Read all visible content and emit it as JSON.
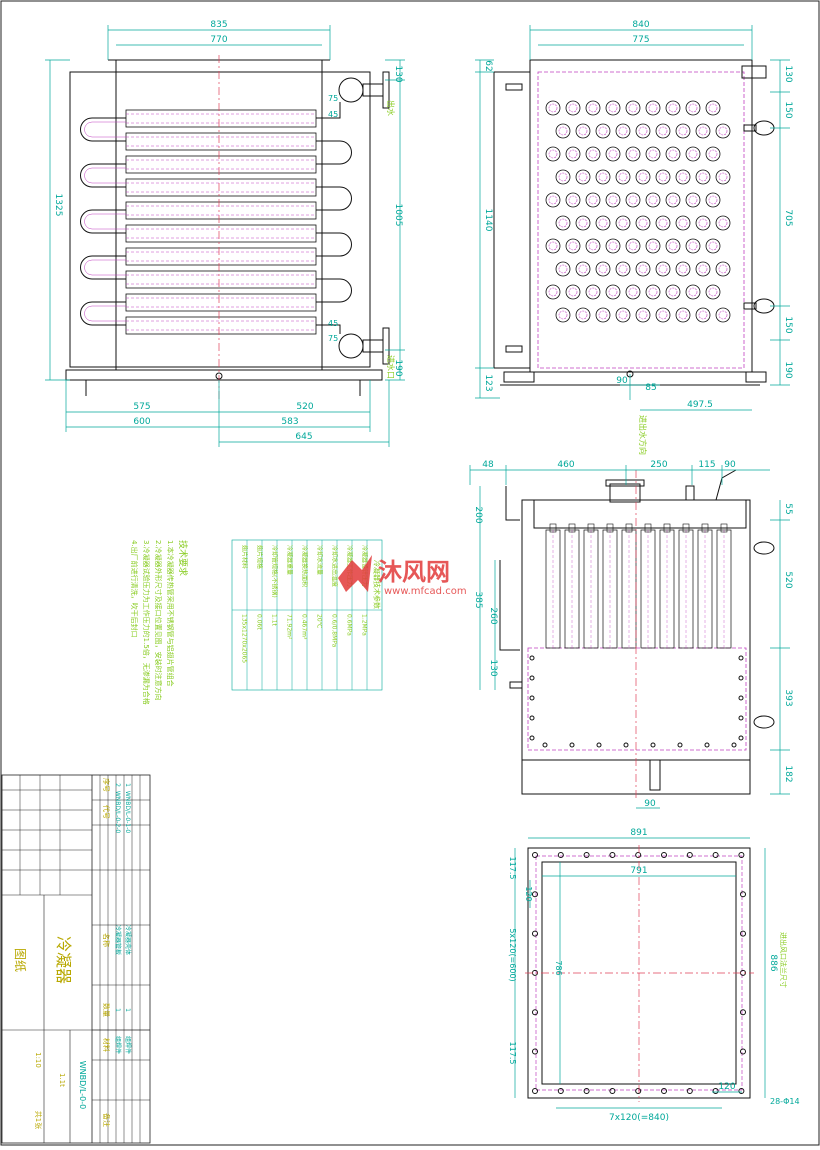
{
  "colors": {
    "outline": "#111111",
    "dimension": "#00a89a",
    "center": "#e0405a",
    "hidden": "#c040c0",
    "note": "#88cc20",
    "yellow": "#b8a800",
    "watermark": "#e23a3a"
  },
  "front_view": {
    "dims_top": [
      "835",
      "770"
    ],
    "dims_right": [
      "130",
      "1005",
      "190"
    ],
    "dim_left": "1325",
    "dims_bottom": [
      "575",
      "520",
      "600",
      "583",
      "645"
    ],
    "dims_small": [
      "75",
      "45",
      "45",
      "75"
    ],
    "label_outlet": "出水",
    "label_inlet": "进水口"
  },
  "side_view": {
    "dims_top": [
      "840",
      "775"
    ],
    "dims_right": [
      "130",
      "150",
      "705",
      "150",
      "190"
    ],
    "dims_left": [
      "62",
      "1140",
      "123"
    ],
    "dims_bottom": [
      "90",
      "85",
      "497.5"
    ]
  },
  "section_view": {
    "dims_top": [
      "48",
      "460",
      "250",
      "115",
      "90"
    ],
    "dims_left": [
      "200",
      "385",
      "260",
      "130"
    ],
    "dims_right": [
      "55",
      "520",
      "393",
      "182"
    ],
    "dim_bottom": "90",
    "flow_label": "进出水方向"
  },
  "flange_view": {
    "dim_top": "891",
    "dim_inner": "791",
    "dims_left": [
      "117.5",
      "120",
      "5x120(=600)",
      "117.5"
    ],
    "dim_vertical": "786",
    "dims_bottom": [
      "7x120(=840)",
      "120"
    ],
    "dim_right": "886",
    "hole_spec": "28-Φ14",
    "right_label": "进出风口法兰尺寸"
  },
  "notes": {
    "title": "技术要求",
    "lines": [
      "1.本冷凝器传热管采用不锈钢管与铝翅片管组合",
      "2.冷凝器外形尺寸及接口位置见图，安装时注意方向",
      "3.冷凝器试验压力为工作压力的1.5倍，无渗漏为合格",
      "4.出厂前进行清洗，吹干后封口"
    ]
  },
  "params": {
    "title": "冷凝器技术参数",
    "rows": [
      [
        "冷凝器设计压力",
        "1.2MPa"
      ],
      [
        "冷凝器工作压力",
        "0.6MPa"
      ],
      [
        "冷却水进出温度",
        "0.6/0.8MPa"
      ],
      [
        "冷却水流量",
        "20℃"
      ],
      [
        "冷凝器换热面积",
        "0.467m³"
      ],
      [
        "冷凝器重量",
        "71.92m²"
      ],
      [
        "冷却管规格(不锈钢)",
        "1.1t"
      ],
      [
        "翅片规格",
        "0.06t"
      ],
      [
        "翅片材料",
        "135x1270x2065"
      ]
    ]
  },
  "title_block": {
    "drawing_name": "冷凝器",
    "company": "图纸",
    "drawing_no": "WNBD/L-0-0",
    "rows": [
      [
        "2",
        "WNBD/L-0-2-0",
        "冷凝器管板",
        "1",
        "组焊件"
      ],
      [
        "1",
        "WNBD/L-0-1-0",
        "冷凝器壳体",
        "1",
        "组焊件"
      ]
    ],
    "headers": [
      "序号",
      "代号",
      "名称",
      "数量",
      "材料",
      "备注"
    ],
    "scale": "1:10",
    "weight": "1.1t",
    "sheet": "共1张"
  },
  "watermark": {
    "brand": "沐风网",
    "site": "www.mfcad.com"
  }
}
